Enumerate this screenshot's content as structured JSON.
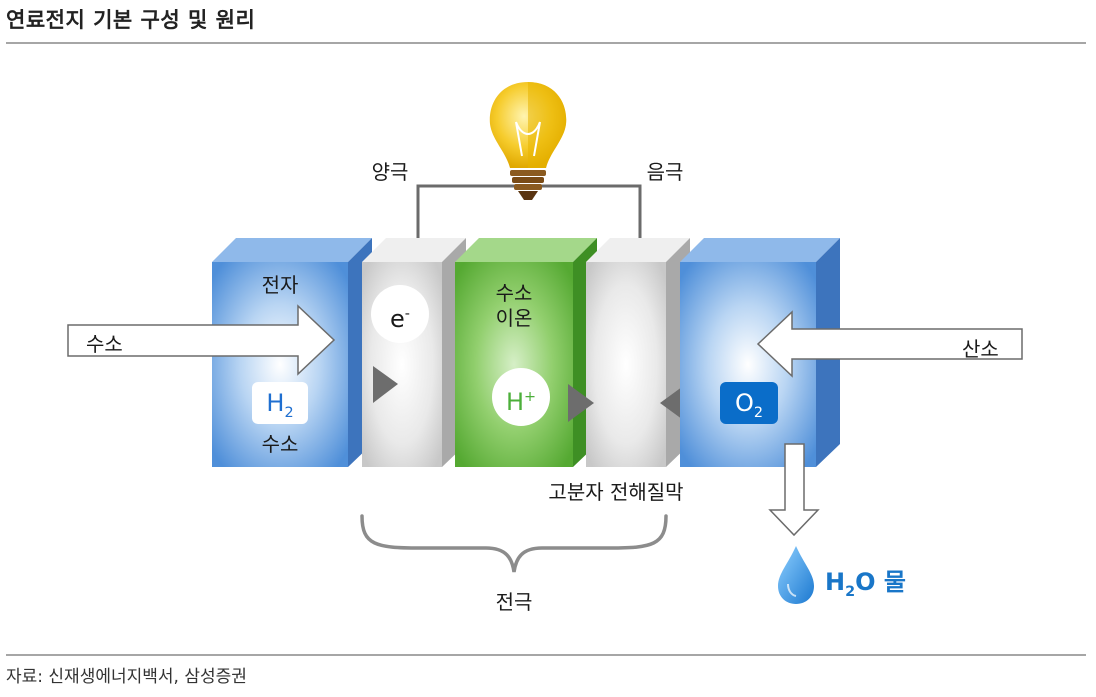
{
  "title": "연료전지 기본 구성 및 원리",
  "labels": {
    "anode": "양극",
    "cathode": "음극",
    "electron": "전자",
    "hydrogen_in": "수소",
    "oxygen_in": "산소",
    "hydrogen_bottom": "수소",
    "hydrogen_ion_line1": "수소",
    "hydrogen_ion_line2": "이온",
    "membrane": "고분자 전해질막",
    "electrode": "전극",
    "water_suffix": "물"
  },
  "chips": {
    "h2_base": "H",
    "h2_sub": "2",
    "o2_base": "O",
    "o2_sub": "2",
    "e_base": "e",
    "e_sup": "-",
    "h_base": "H",
    "h_sup": "+",
    "water_h": "H",
    "water_sub": "2",
    "water_o": "O"
  },
  "colors": {
    "hydrogen_block": "#5b95dc",
    "electrode_block": "#d9d9d9",
    "membrane_block": "#6fbd4a",
    "oxygen_chip": "#0a6dc9",
    "ion_text": "#4caf3a",
    "water": "#1976c8"
  },
  "source": "자료: 신재생에너지백서, 삼성증권"
}
